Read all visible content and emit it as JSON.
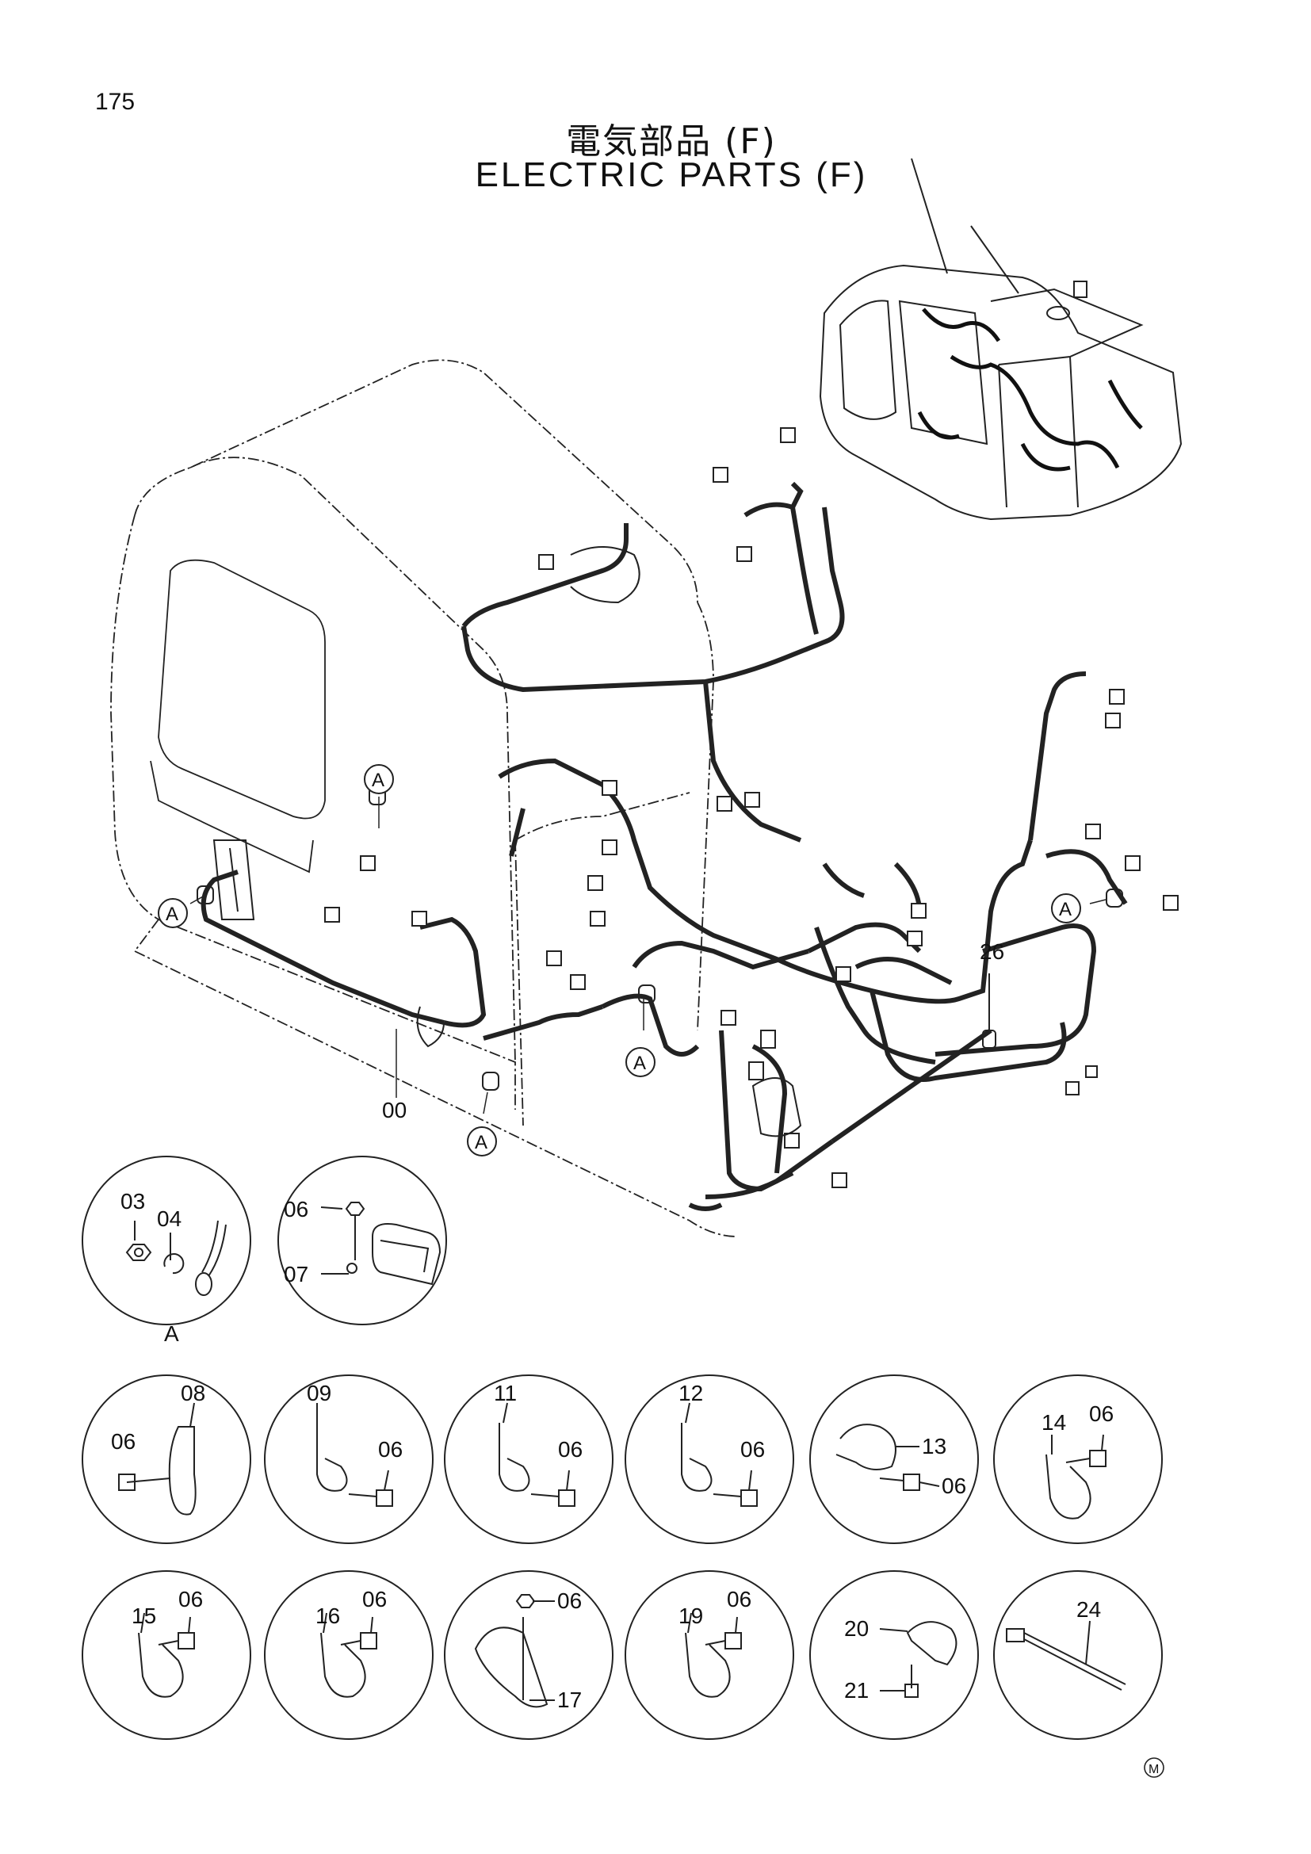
{
  "page": {
    "number": "175",
    "title_jp": "電気部品 (F)",
    "title_en": "ELECTRIC PARTS (F)",
    "mark": "M"
  },
  "main_labels": {
    "harness": "00",
    "clip_26": "26",
    "ref_a": "A"
  },
  "detail_a": {
    "caption": "A",
    "nut": "03",
    "washer": "04"
  },
  "callouts": {
    "p03": "03",
    "p04": "04",
    "p06": "06",
    "p07": "07",
    "p08": "08",
    "p09": "09",
    "p11": "11",
    "p12": "12",
    "p13": "13",
    "p14": "14",
    "p15": "15",
    "p16": "16",
    "p17": "17",
    "p19": "19",
    "p20": "20",
    "p21": "21",
    "p24": "24"
  }
}
